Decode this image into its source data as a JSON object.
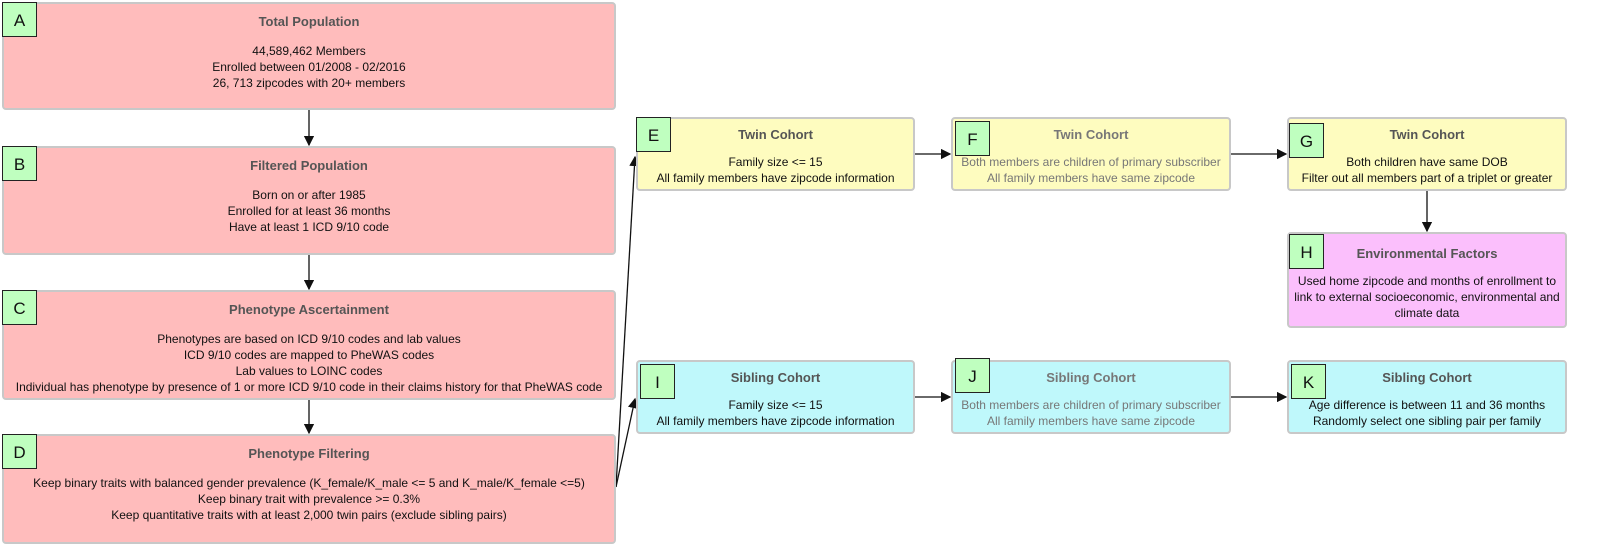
{
  "nodes": {
    "A": {
      "tag": "A",
      "title": "Total Population",
      "lines": [
        "44,589,462 Members",
        "Enrolled between 01/2008 - 02/2016",
        "26, 713 zipcodes with 20+ members"
      ]
    },
    "B": {
      "tag": "B",
      "title": "Filtered Population",
      "lines": [
        "Born on or after 1985",
        "Enrolled for at least 36 months",
        "Have at least 1 ICD 9/10 code"
      ]
    },
    "C": {
      "tag": "C",
      "title": "Phenotype Ascertainment",
      "lines": [
        "Phenotypes are based on ICD 9/10 codes and lab values",
        "ICD 9/10 codes are mapped to PheWAS codes",
        "Lab values to LOINC codes",
        "Individual has phenotype by presence of 1 or more ICD 9/10 code in their claims history for that PheWAS code"
      ]
    },
    "D": {
      "tag": "D",
      "title": "Phenotype Filtering",
      "lines": [
        "Keep binary traits with balanced gender prevalence (K_female/K_male <= 5 and K_male/K_female <=5)",
        "Keep binary trait with prevalence >= 0.3%",
        "Keep quantitative traits with at least 2,000 twin pairs (exclude sibling pairs)"
      ]
    },
    "E": {
      "tag": "E",
      "title": "Twin Cohort",
      "lines": [
        "Family size <= 15",
        "All family members have zipcode information"
      ]
    },
    "F": {
      "tag": "F",
      "title": "Twin Cohort",
      "lines": [
        "Both members are children of primary subscriber",
        "All family members have same zipcode"
      ]
    },
    "G": {
      "tag": "G",
      "title": "Twin Cohort",
      "lines": [
        "Both children have same DOB",
        "Filter out all members part of a triplet or greater"
      ]
    },
    "H": {
      "tag": "H",
      "title": "Environmental Factors",
      "lines": [
        "Used home zipcode and months of enrollment to",
        "link to external socioeconomic, environmental and",
        "climate data"
      ]
    },
    "I": {
      "tag": "I",
      "title": "Sibling Cohort",
      "lines": [
        "Family size <= 15",
        "All family members have zipcode information"
      ]
    },
    "J": {
      "tag": "J",
      "title": "Sibling Cohort",
      "lines": [
        "Both members are children of primary subscriber",
        "All family members have same zipcode"
      ]
    },
    "K": {
      "tag": "K",
      "title": "Sibling Cohort",
      "lines": [
        "Age difference is between 11 and 36 months",
        "Randomly select one sibling pair per family"
      ]
    }
  },
  "colors": {
    "population": "#ffbcbc",
    "twin": "#fefcbf",
    "sibling": "#bff8fb",
    "environment": "#fbbffc",
    "tag": "#bfffbf"
  }
}
